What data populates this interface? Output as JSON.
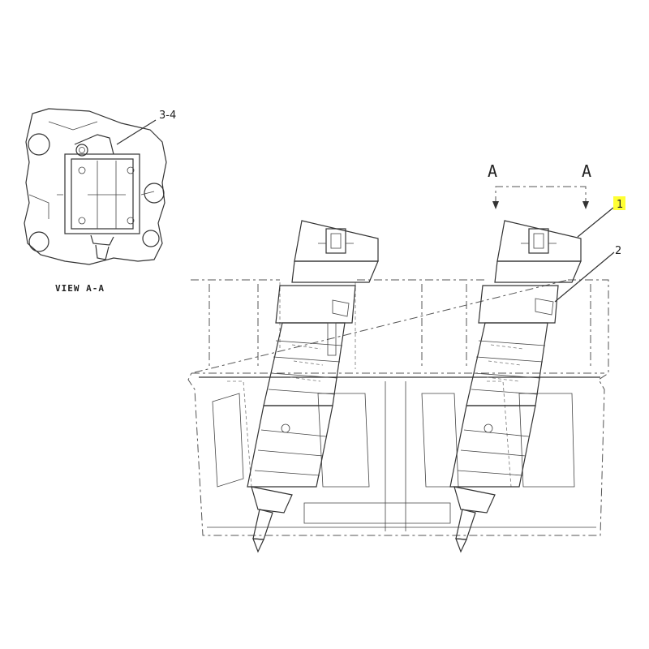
{
  "callouts": {
    "c1": "1",
    "c2": "2",
    "c34": "3-4"
  },
  "section_marks": {
    "left": "A",
    "right": "A"
  },
  "view_caption": "VIEW A-A",
  "colors": {
    "highlight": "#ffff33",
    "line": "#333333"
  }
}
